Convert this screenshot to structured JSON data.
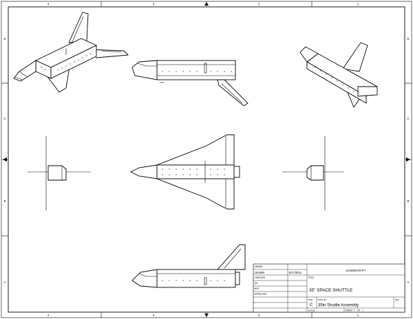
{
  "border": {
    "top_zones": [
      "4",
      "3",
      "2",
      "1"
    ],
    "bottom_zones": [
      "4",
      "3",
      "2",
      "1"
    ],
    "left_zones": [
      "D",
      "C",
      "B",
      "A"
    ],
    "right_zones": [
      "D",
      "C",
      "B",
      "A"
    ]
  },
  "title_block": {
    "drawn_label": "DRAWN",
    "drawn_by": "JSAWN",
    "drawn_date": "9/17/2012",
    "checked_label": "CHECKED",
    "qa_label": "QA",
    "mfg_label": "MFG",
    "approved_label": "APPROVED",
    "company": "SAWNCRAFT",
    "title_label": "TITLE",
    "title": "35\" SPACE SHUTTLE",
    "size_label": "SIZE",
    "size": "C",
    "dwg_no_label": "DWG NO",
    "dwg_no": "35in Shuttle Assembly",
    "rev_label": "REV",
    "scale_label": "SCALE",
    "sheet_label": "SHEET",
    "sheet_num": "1",
    "sheet_of_label": "OF",
    "sheet_total": "1"
  }
}
